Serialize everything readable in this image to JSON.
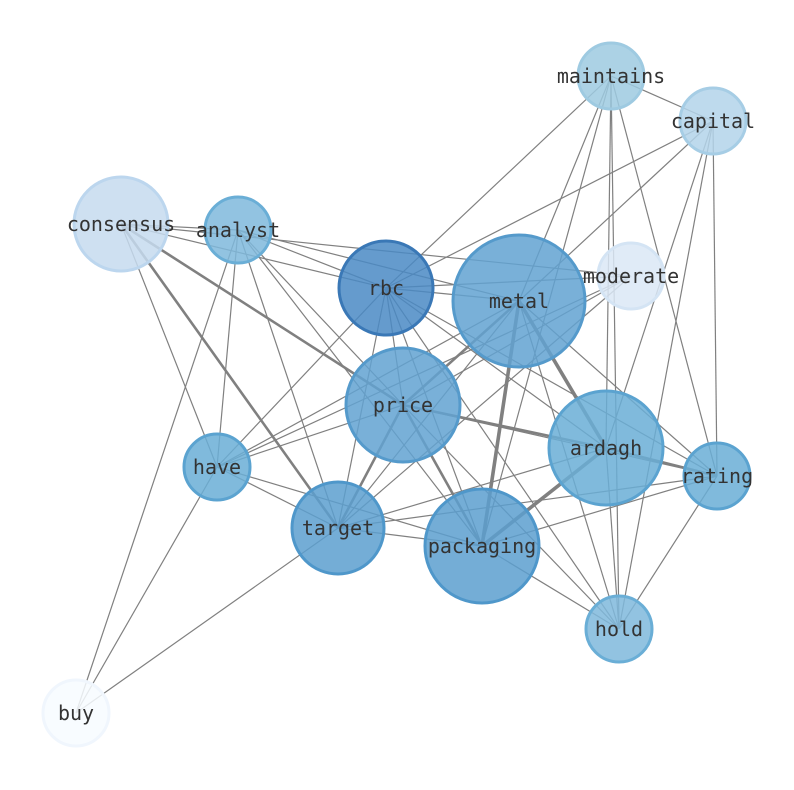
{
  "nodes": [
    {
      "id": "maintains",
      "label": "maintains",
      "fill": "#9ecae1",
      "stroke": "#9ecae1"
    },
    {
      "id": "capital",
      "label": "capital",
      "fill": "#b3d4ea",
      "stroke": "#a6cde5"
    },
    {
      "id": "consensus",
      "label": "consensus",
      "fill": "#c6dbef",
      "stroke": "#bcd6ee"
    },
    {
      "id": "analyst",
      "label": "analyst",
      "fill": "#7fb9dc",
      "stroke": "#6aaed6"
    },
    {
      "id": "rbc",
      "label": "rbc",
      "fill": "#4a89c4",
      "stroke": "#3a78b6"
    },
    {
      "id": "metal",
      "label": "metal",
      "fill": "#62a2d1",
      "stroke": "#559acb"
    },
    {
      "id": "moderate",
      "label": "moderate",
      "fill": "#dae8f6",
      "stroke": "#d4e4f4"
    },
    {
      "id": "price",
      "label": "price",
      "fill": "#62a2d1",
      "stroke": "#559acb"
    },
    {
      "id": "ardagh",
      "label": "ardagh",
      "fill": "#6aaed6",
      "stroke": "#5ba3d0"
    },
    {
      "id": "have",
      "label": "have",
      "fill": "#6aaed6",
      "stroke": "#5ba3d0"
    },
    {
      "id": "rating",
      "label": "rating",
      "fill": "#6aaed6",
      "stroke": "#5ba3d0"
    },
    {
      "id": "target",
      "label": "target",
      "fill": "#5c9fcf",
      "stroke": "#4f97ca"
    },
    {
      "id": "packaging",
      "label": "packaging",
      "fill": "#5c9fcf",
      "stroke": "#4f97ca"
    },
    {
      "id": "hold",
      "label": "hold",
      "fill": "#7fb9dc",
      "stroke": "#6aaed6"
    },
    {
      "id": "buy",
      "label": "buy",
      "fill": "#f7fbff",
      "stroke": "#f0f6fd"
    }
  ],
  "edges": [
    [
      "maintains",
      "capital",
      1
    ],
    [
      "maintains",
      "rbc",
      1
    ],
    [
      "maintains",
      "metal",
      1
    ],
    [
      "maintains",
      "ardagh",
      1
    ],
    [
      "maintains",
      "hold",
      1
    ],
    [
      "maintains",
      "rating",
      1
    ],
    [
      "maintains",
      "packaging",
      1
    ],
    [
      "capital",
      "rbc",
      1
    ],
    [
      "capital",
      "metal",
      1
    ],
    [
      "capital",
      "ardagh",
      1
    ],
    [
      "capital",
      "rating",
      1
    ],
    [
      "capital",
      "hold",
      1
    ],
    [
      "consensus",
      "analyst",
      1
    ],
    [
      "consensus",
      "rbc",
      1
    ],
    [
      "consensus",
      "price",
      2
    ],
    [
      "consensus",
      "target",
      2
    ],
    [
      "consensus",
      "have",
      1
    ],
    [
      "consensus",
      "moderate",
      1
    ],
    [
      "analyst",
      "rbc",
      1
    ],
    [
      "analyst",
      "metal",
      1
    ],
    [
      "analyst",
      "price",
      1
    ],
    [
      "analyst",
      "packaging",
      1
    ],
    [
      "analyst",
      "target",
      1
    ],
    [
      "analyst",
      "have",
      1
    ],
    [
      "analyst",
      "buy",
      1
    ],
    [
      "rbc",
      "metal",
      1
    ],
    [
      "rbc",
      "price",
      1
    ],
    [
      "rbc",
      "ardagh",
      1
    ],
    [
      "rbc",
      "target",
      1
    ],
    [
      "rbc",
      "packaging",
      1
    ],
    [
      "rbc",
      "have",
      1
    ],
    [
      "rbc",
      "rating",
      1
    ],
    [
      "rbc",
      "hold",
      1
    ],
    [
      "rbc",
      "moderate",
      1
    ],
    [
      "metal",
      "ardagh",
      3
    ],
    [
      "metal",
      "packaging",
      3
    ],
    [
      "metal",
      "price",
      2
    ],
    [
      "metal",
      "target",
      1
    ],
    [
      "metal",
      "have",
      1
    ],
    [
      "metal",
      "hold",
      1
    ],
    [
      "metal",
      "rating",
      1
    ],
    [
      "moderate",
      "price",
      1
    ],
    [
      "moderate",
      "target",
      1
    ],
    [
      "moderate",
      "have",
      1
    ],
    [
      "price",
      "ardagh",
      2
    ],
    [
      "price",
      "packaging",
      2
    ],
    [
      "price",
      "target",
      2
    ],
    [
      "price",
      "have",
      1
    ],
    [
      "price",
      "hold",
      1
    ],
    [
      "price",
      "rating",
      1
    ],
    [
      "ardagh",
      "packaging",
      3
    ],
    [
      "ardagh",
      "target",
      1
    ],
    [
      "ardagh",
      "rating",
      2
    ],
    [
      "ardagh",
      "hold",
      1
    ],
    [
      "have",
      "target",
      1
    ],
    [
      "have",
      "packaging",
      1
    ],
    [
      "have",
      "buy",
      1
    ],
    [
      "target",
      "packaging",
      1
    ],
    [
      "target",
      "rating",
      1
    ],
    [
      "target",
      "buy",
      1
    ],
    [
      "packaging",
      "rating",
      1
    ],
    [
      "packaging",
      "hold",
      1
    ],
    [
      "rating",
      "hold",
      1
    ]
  ]
}
